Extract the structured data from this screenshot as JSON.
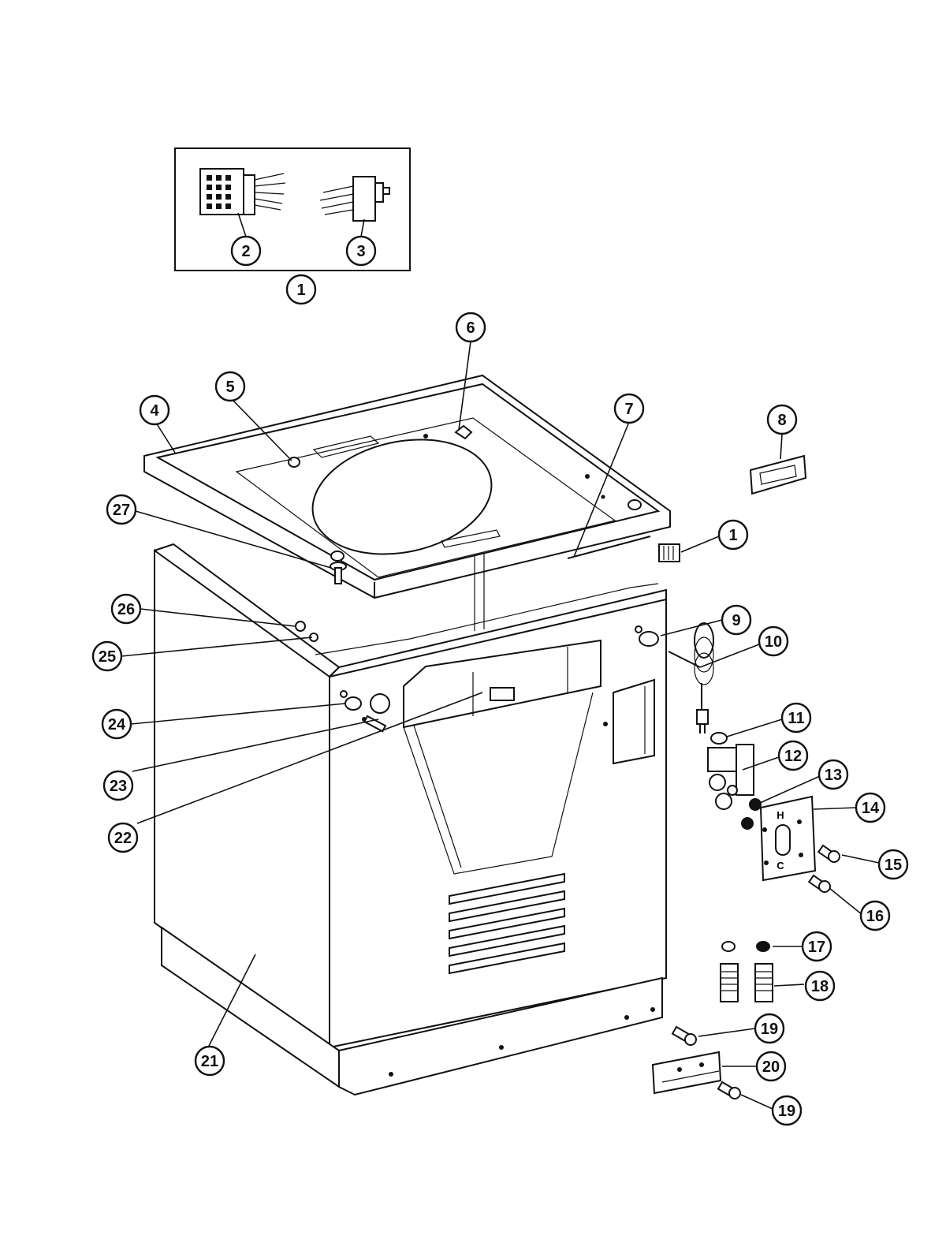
{
  "callouts": [
    {
      "id": "c-1a",
      "label": "1"
    },
    {
      "id": "c-2",
      "label": "2"
    },
    {
      "id": "c-3",
      "label": "3"
    },
    {
      "id": "c-4",
      "label": "4"
    },
    {
      "id": "c-5",
      "label": "5"
    },
    {
      "id": "c-6",
      "label": "6"
    },
    {
      "id": "c-7",
      "label": "7"
    },
    {
      "id": "c-8",
      "label": "8"
    },
    {
      "id": "c-1b",
      "label": "1"
    },
    {
      "id": "c-9",
      "label": "9"
    },
    {
      "id": "c-10",
      "label": "10"
    },
    {
      "id": "c-11",
      "label": "11"
    },
    {
      "id": "c-12",
      "label": "12"
    },
    {
      "id": "c-13",
      "label": "13"
    },
    {
      "id": "c-14",
      "label": "14"
    },
    {
      "id": "c-15",
      "label": "15"
    },
    {
      "id": "c-16",
      "label": "16"
    },
    {
      "id": "c-17",
      "label": "17"
    },
    {
      "id": "c-18",
      "label": "18"
    },
    {
      "id": "c-19a",
      "label": "19"
    },
    {
      "id": "c-20",
      "label": "20"
    },
    {
      "id": "c-19b",
      "label": "19"
    },
    {
      "id": "c-21",
      "label": "21"
    },
    {
      "id": "c-22",
      "label": "22"
    },
    {
      "id": "c-23",
      "label": "23"
    },
    {
      "id": "c-24",
      "label": "24"
    },
    {
      "id": "c-25",
      "label": "25"
    },
    {
      "id": "c-26",
      "label": "26"
    },
    {
      "id": "c-27",
      "label": "27"
    }
  ],
  "plate_marks": {
    "hot": "H",
    "cold": "C"
  }
}
